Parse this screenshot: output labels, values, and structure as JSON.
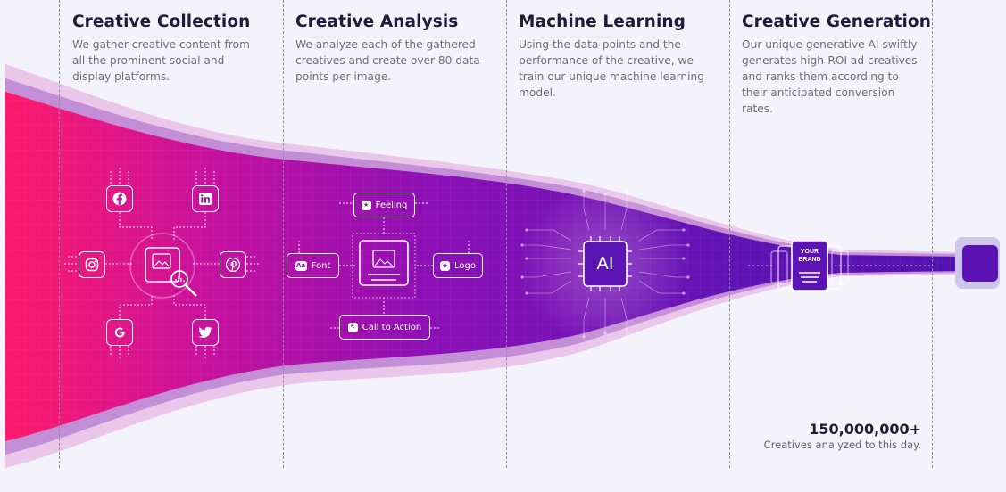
{
  "columns": [
    {
      "title": "Creative Collection",
      "description": "We gather creative content from all the prominent social and display platforms."
    },
    {
      "title": "Creative Analysis",
      "description": "We analyze each of the gathered creatives and create over 80 data-points per image."
    },
    {
      "title": "Machine Learning",
      "description": "Using the data-points and the performance of the creative, we train our unique machine learning model."
    },
    {
      "title": "Creative Generation",
      "description": "Our unique generative AI swiftly generates high-ROI ad creatives and ranks them according to their anticipated conversion rates."
    }
  ],
  "collection_icons": [
    "facebook-icon",
    "linkedin-icon",
    "instagram-icon",
    "pinterest-icon",
    "google-icon",
    "twitter-icon",
    "image-search-icon"
  ],
  "analysis": {
    "feeling": "Feeling",
    "font": "Font",
    "logo": "Logo",
    "call_to_action": "Call to Action",
    "font_icon_text": "Aa"
  },
  "ml": {
    "chip_label": "AI"
  },
  "generation": {
    "brand_line1": "YOUR",
    "brand_line2": "BRAND"
  },
  "stat": {
    "value": "150,000,000+",
    "label": "Creatives analyzed to this day."
  },
  "colors": {
    "funnel_start": "#ff1a6b",
    "funnel_mid": "#a40cb0",
    "funnel_end": "#5a12b4",
    "text_dark": "#1f1c3a",
    "text_muted": "#6f6c83"
  }
}
